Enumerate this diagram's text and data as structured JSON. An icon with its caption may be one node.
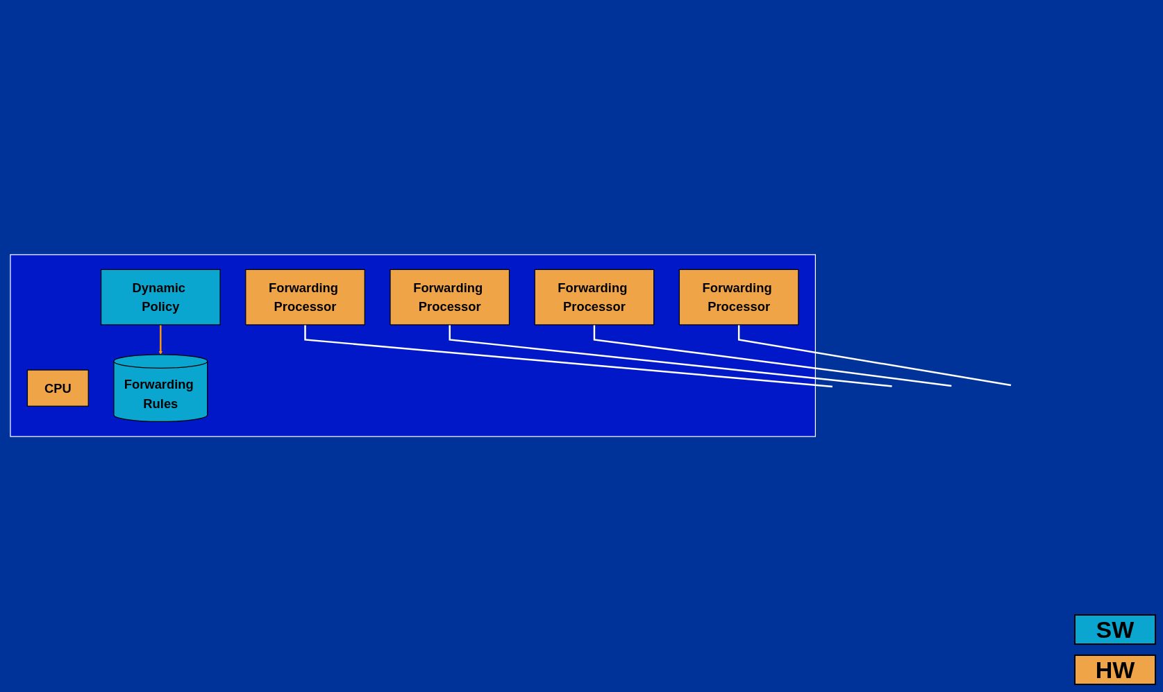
{
  "diagram": {
    "nodes": [
      {
        "text": [],
        "shape": "box"
      },
      {
        "text": [
          "Dynamic Policy"
        ],
        "in": 0
      },
      {
        "text": [
          "CPU"
        ],
        "in": 0
      },
      {
        "text": [
          "Forwarding Rules"
        ],
        "in": 0
      },
      {
        "text": [
          "Forwarding Processor"
        ],
        "in": 0
      },
      {
        "text": [
          "Forwarding Processor"
        ],
        "in": 0
      },
      {
        "text": [
          "Forwarding Processor"
        ],
        "in": 0
      },
      {
        "text": [
          "Forwarding Processor"
        ],
        "in": 0
      }
    ],
    "edges": [
      {
        "from": 1,
        "to": 3,
        "arrow": "to",
        "color": "#ff9900"
      },
      {
        "from": 4,
        "to": null,
        "arrow": "none"
      },
      {
        "from": 5,
        "to": null,
        "arrow": "none"
      },
      {
        "from": 6,
        "to": null,
        "arrow": "none"
      },
      {
        "from": 7,
        "to": null,
        "arrow": "none"
      }
    ],
    "legend": [
      {
        "text": "SW",
        "color": "#0aa6cf"
      },
      {
        "text": "HW",
        "color": "#f0a448"
      }
    ]
  }
}
